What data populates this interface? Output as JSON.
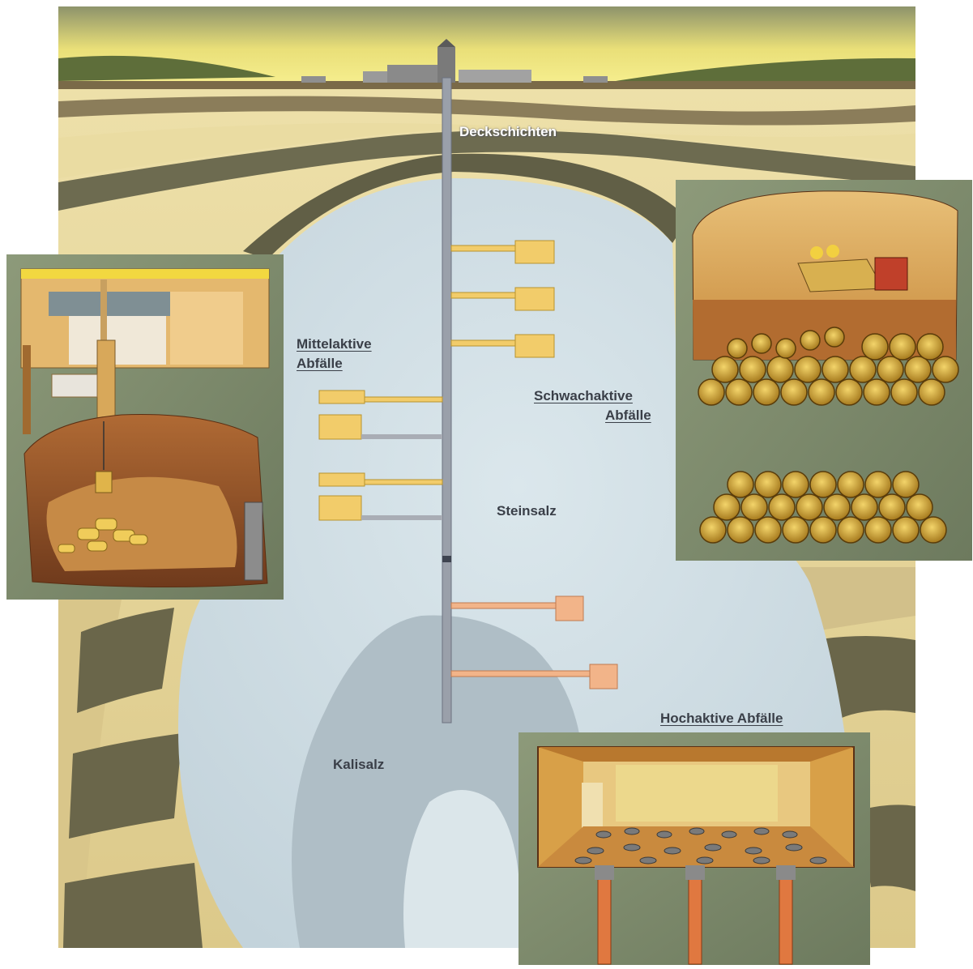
{
  "labels": {
    "deckschichten": "Deckschichten",
    "mittelaktive_line1": "Mittelaktive",
    "mittelaktive_line2": "Abfälle",
    "schwachaktive_line1": "Schwachaktive",
    "schwachaktive_line2": "Abfälle",
    "steinsalz": "Steinsalz",
    "kalisalz": "Kalisalz",
    "hochaktive": "Hochaktive Abfälle"
  },
  "colors": {
    "sky_top": "#8a8f6a",
    "sky_glow": "#f3e46a",
    "sand": "#e8d9a0",
    "dark_layer": "#6f6d52",
    "salt_dome": "#cfdde4",
    "kalisalz": "#aebcc4",
    "shaft": "#9aa0aa",
    "mid_waste_drift": "#f2cc6a",
    "high_waste_drift": "#f2b489",
    "inset_frame": "#7d8a6c",
    "cavern_brown": "#8a4a22",
    "barrel_gold": "#d9a83a"
  },
  "icons": [
    "shaft-tower-icon",
    "mine-building-icon",
    "barrel-icon",
    "loader-vehicle-icon",
    "borehole-icon"
  ]
}
